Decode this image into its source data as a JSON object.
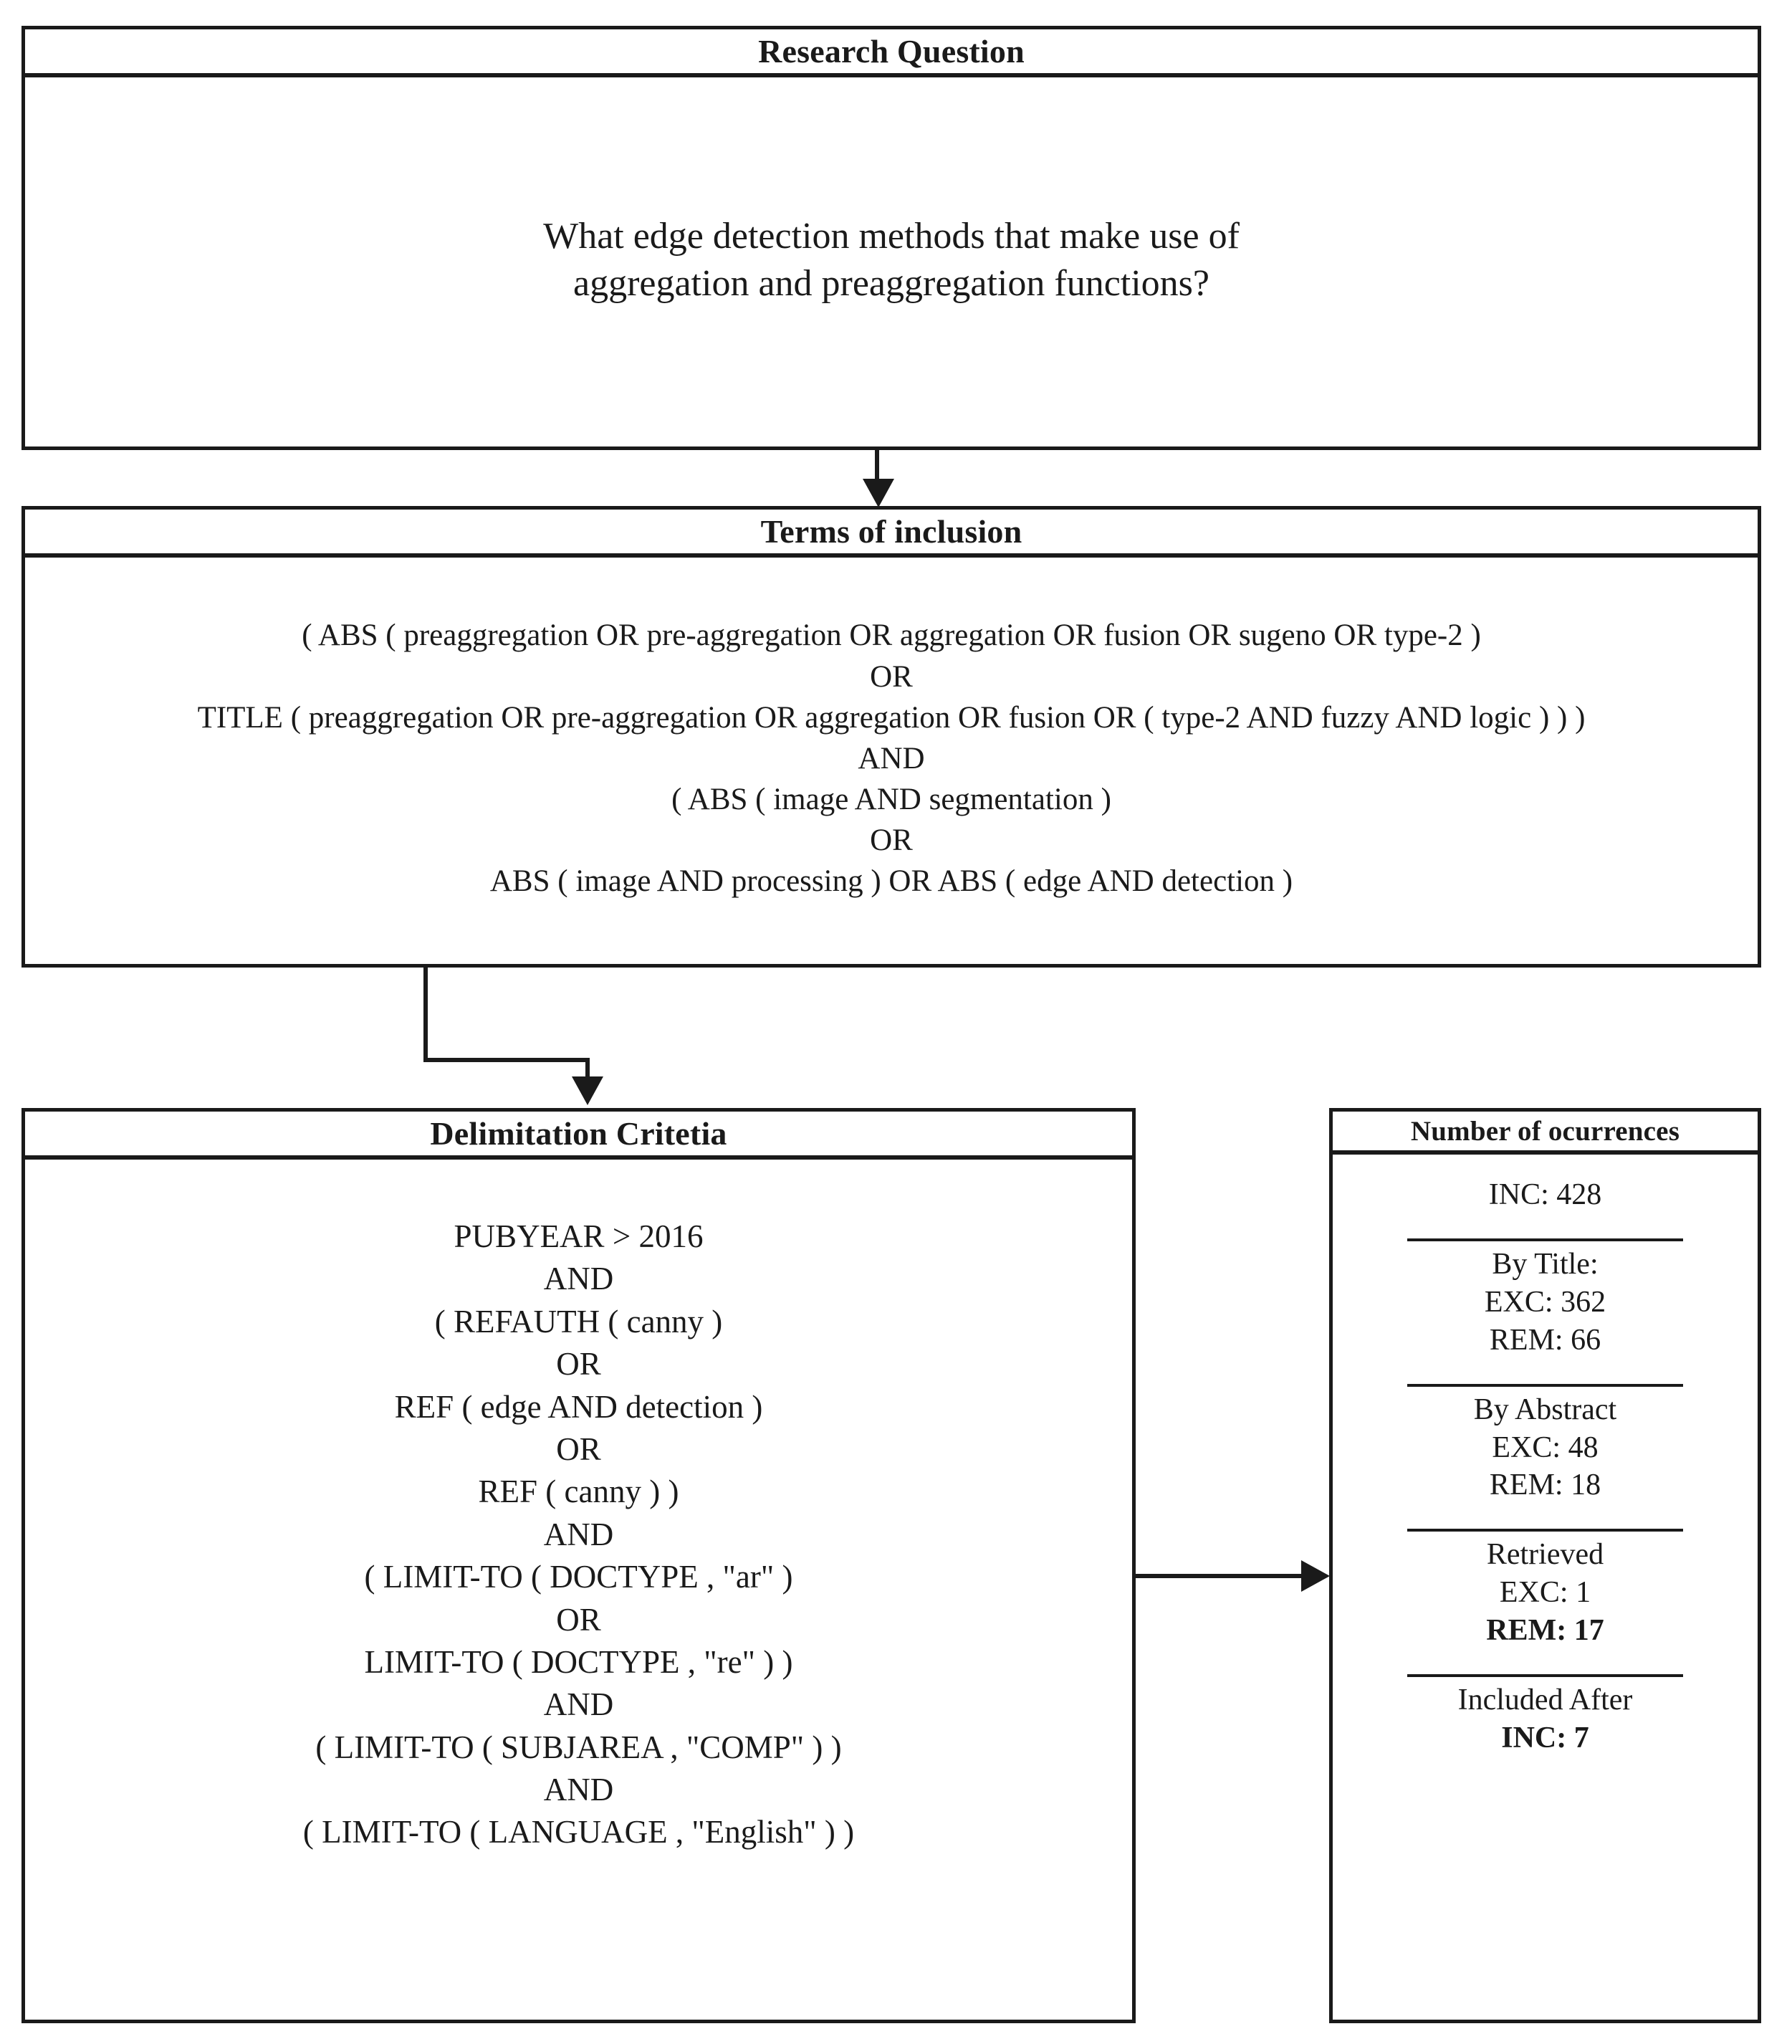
{
  "diagram": {
    "type": "flowchart",
    "title": "Systematic literature review search protocol",
    "line_color": "#1a1a1a",
    "background": "#ffffff"
  },
  "research_question": {
    "header": "Research Question",
    "lines": [
      "What edge detection methods that make use of",
      "aggregation and preaggregation functions?"
    ]
  },
  "terms_of_inclusion": {
    "header": "Terms of inclusion",
    "lines": [
      "( ABS ( preaggregation OR pre-aggregation OR aggregation OR fusion OR sugeno OR type-2 )",
      "OR",
      "TITLE ( preaggregation OR pre-aggregation OR aggregation OR fusion OR ( type-2 AND fuzzy AND logic ) ) )",
      "AND",
      "( ABS ( image AND segmentation )",
      "OR",
      "ABS ( image AND processing ) OR ABS ( edge AND detection )"
    ]
  },
  "delimitation_criteria": {
    "header": "Delimitation Critetia",
    "lines": [
      "PUBYEAR > 2016",
      "AND",
      "( REFAUTH ( canny )",
      "OR",
      "REF ( edge AND detection )",
      "OR",
      "REF ( canny ) )",
      "AND",
      "( LIMIT-TO ( DOCTYPE , \"ar\" )",
      "OR",
      "LIMIT-TO ( DOCTYPE , \"re\" ) )",
      "AND",
      "( LIMIT-TO ( SUBJAREA , \"COMP\" ) )",
      "AND",
      "( LIMIT-TO ( LANGUAGE , \"English\" ) )"
    ]
  },
  "number_of_occurrences": {
    "header": "Number of ocurrences",
    "groups": [
      {
        "rule_above": false,
        "lines": [
          {
            "text": "INC: 428",
            "bold": false
          }
        ]
      },
      {
        "rule_above": true,
        "lines": [
          {
            "text": "By Title:",
            "bold": false
          },
          {
            "text": "EXC: 362",
            "bold": false
          },
          {
            "text": "REM: 66",
            "bold": false
          }
        ]
      },
      {
        "rule_above": true,
        "lines": [
          {
            "text": "By Abstract",
            "bold": false
          },
          {
            "text": "EXC: 48",
            "bold": false
          },
          {
            "text": "REM: 18",
            "bold": false
          }
        ]
      },
      {
        "rule_above": true,
        "lines": [
          {
            "text": "Retrieved",
            "bold": false
          },
          {
            "text": "EXC: 1",
            "bold": false
          },
          {
            "text": "REM: 17",
            "bold": true
          }
        ]
      },
      {
        "rule_above": true,
        "lines": [
          {
            "text": "Included After",
            "bold": false
          },
          {
            "text": "INC: 7",
            "bold": true
          }
        ]
      }
    ]
  },
  "connectors": [
    {
      "name": "research-to-terms",
      "style": "straight-down",
      "arrow": "down"
    },
    {
      "name": "terms-to-delimitation",
      "style": "stepped",
      "arrow": "down"
    },
    {
      "name": "delimitation-to-occurrences",
      "style": "straight-right",
      "arrow": "right"
    }
  ]
}
